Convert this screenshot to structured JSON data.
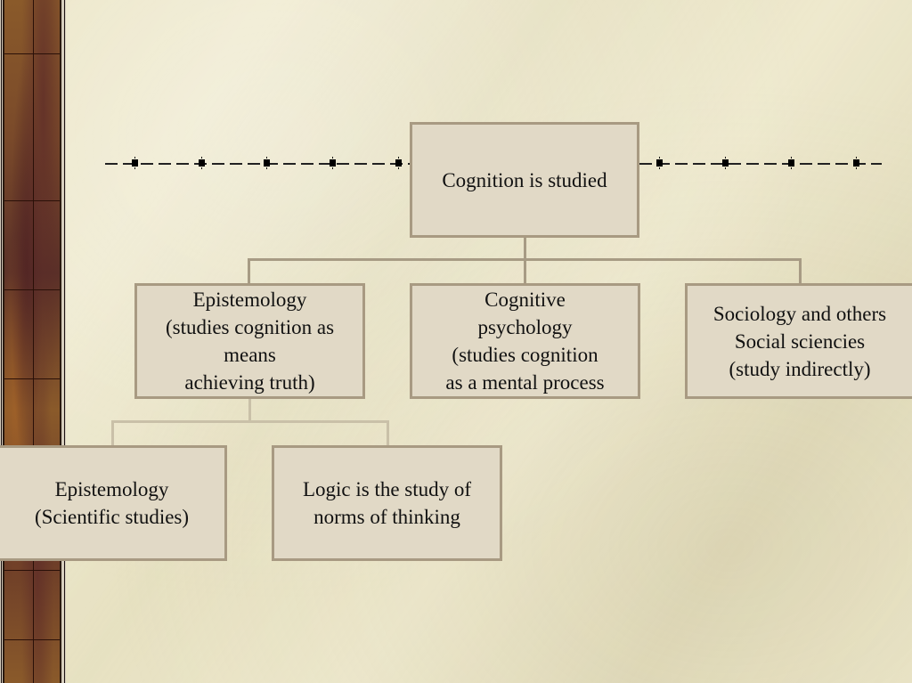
{
  "diagram": {
    "root": {
      "label": "Cognition is studied"
    },
    "level1": [
      {
        "label": "Epistemology\n(studies cognition as\nmeans\nachieving truth)"
      },
      {
        "label": "Cognitive\npsychology\n(studies cognition\nas a mental process"
      },
      {
        "label": "Sociology and others\nSocial sciencies\n(study indirectly)"
      }
    ],
    "level2": [
      {
        "label": "Epistemology\n(Scientific studies)"
      },
      {
        "label": "Logic is the study of\nnorms of thinking"
      }
    ],
    "decoration": {
      "background_color": "#ebe5c5",
      "box_fill": "#e1d9c6",
      "box_border": "#a89a82",
      "strip_color": "#7a4a2a"
    }
  }
}
